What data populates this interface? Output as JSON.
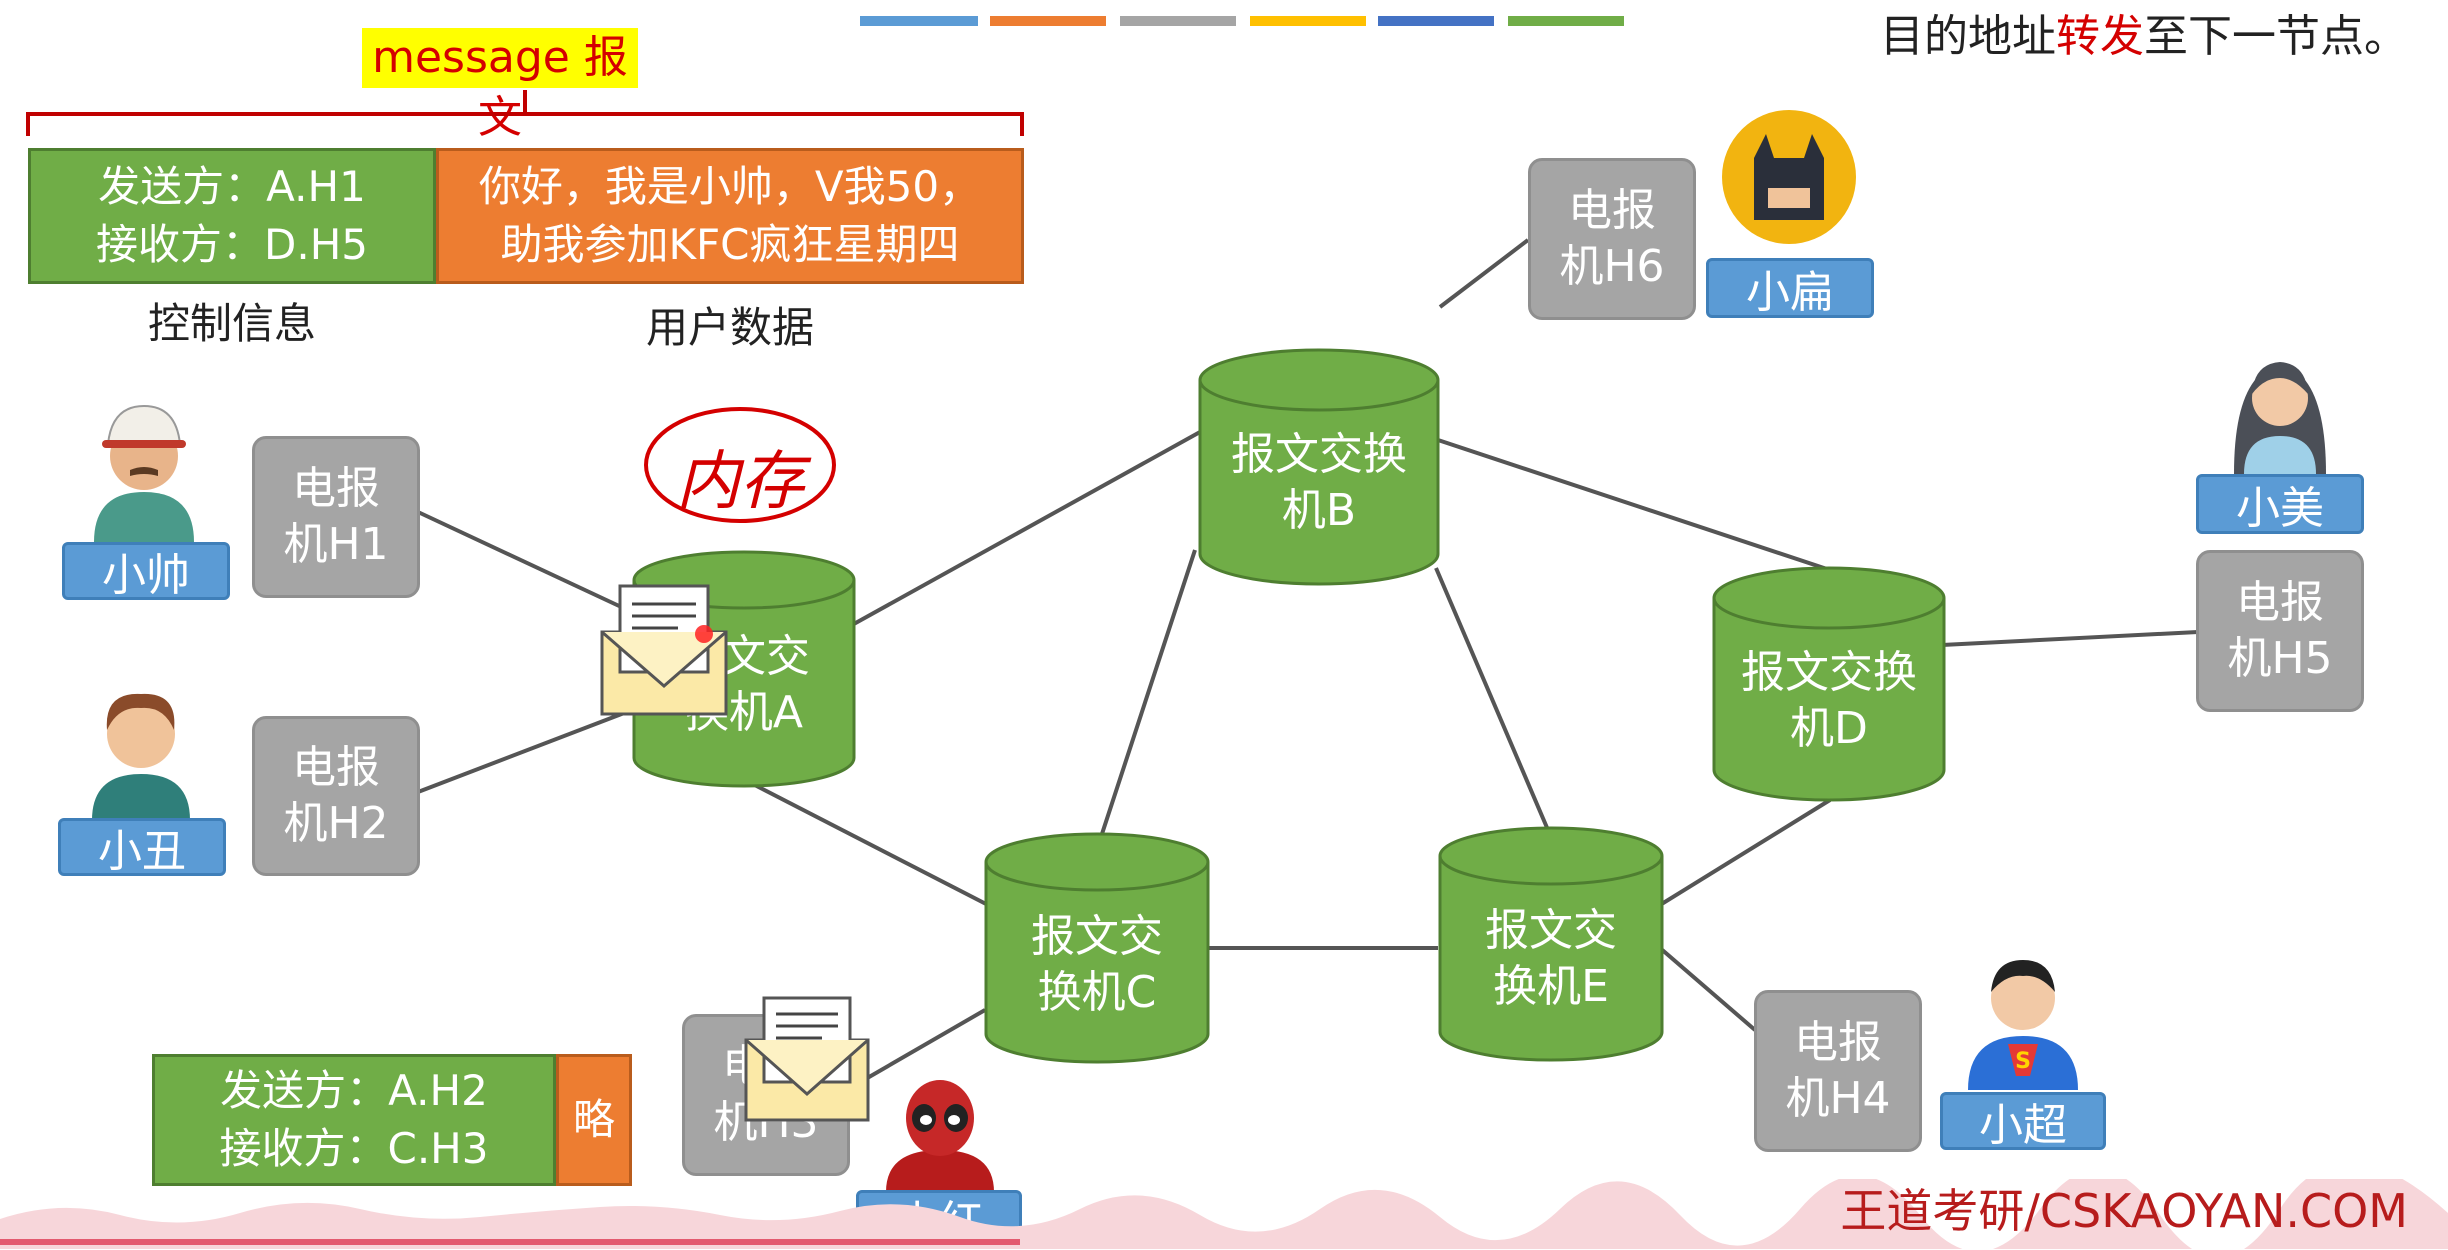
{
  "message": {
    "title": "message 报文",
    "sender": "发送方：A.H1",
    "receiver": "接收方：D.H5",
    "user_data_line1": "你好，我是小帅，V我50，",
    "user_data_line2": "助我参加KFC疯狂星期四",
    "control_caption": "控制信息",
    "user_caption": "用户数据"
  },
  "message2": {
    "sender": "发送方：A.H2",
    "receiver": "接收方：C.H3",
    "omitted": "略"
  },
  "annotation": "内存",
  "top_text": {
    "part1": "目的地址",
    "highlight": "转发",
    "part2": "至下一节点。"
  },
  "switches": {
    "A": {
      "line1": "报文交",
      "line2": "换机A"
    },
    "B": {
      "line1": "报文交换",
      "line2": "机B"
    },
    "C": {
      "line1": "报文交",
      "line2": "换机C"
    },
    "D": {
      "line1": "报文交换",
      "line2": "机D"
    },
    "E": {
      "line1": "报文交",
      "line2": "换机E"
    }
  },
  "telegraphs": {
    "H1": {
      "line1": "电报",
      "line2": "机H1"
    },
    "H2": {
      "line1": "电报",
      "line2": "机H2"
    },
    "H3": {
      "line1": "电报",
      "line2": "机H3"
    },
    "H4": {
      "line1": "电报",
      "line2": "机H4"
    },
    "H5": {
      "line1": "电报",
      "line2": "机H5"
    },
    "H6": {
      "line1": "电报",
      "line2": "机H6"
    }
  },
  "people": {
    "xiaoshuai": "小帅",
    "xiaochou": "小丑",
    "xiaobian": "小扁",
    "xiaomei": "小美",
    "xiaochao": "小超",
    "xiaohong": "小红"
  },
  "watermark": "王道考研/CSKAOYAN.COM",
  "colors": {
    "switch_green": "#70ad47",
    "telegraph_gray": "#a5a5a5",
    "name_blue": "#5b9bd5",
    "user_orange": "#ed7d31",
    "highlight_red": "#d40000"
  }
}
